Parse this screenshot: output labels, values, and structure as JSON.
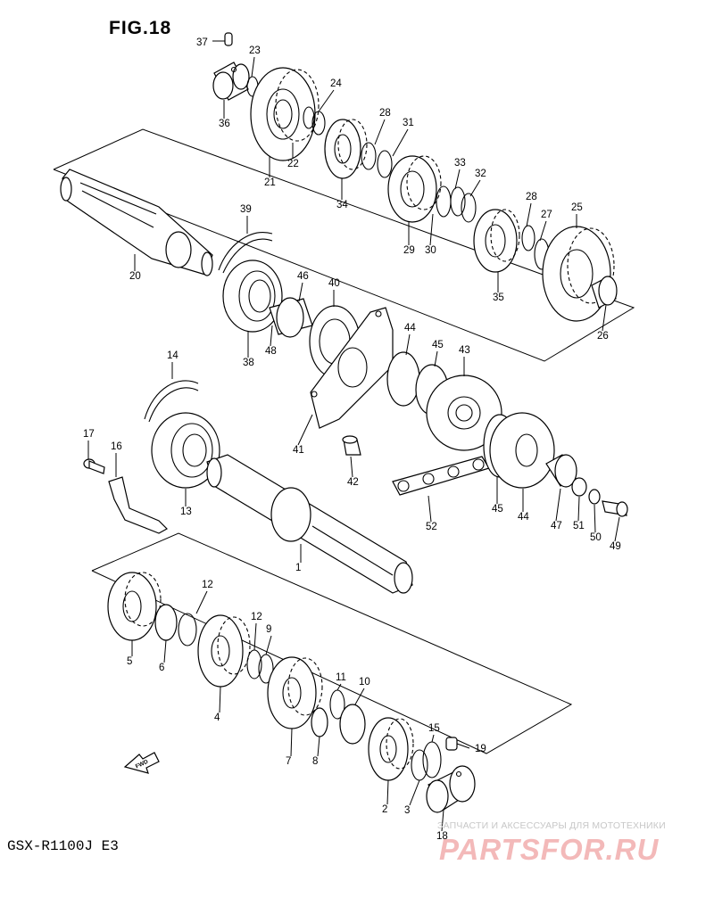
{
  "figure_title": "FIG.18",
  "model_label": "GSX-R1100J  E3",
  "fwd_arrow_label": "FWD",
  "watermark": {
    "subtitle": "ЗАПЧАСТИ И АКСЕССУАРЫ ДЛЯ МОТОТЕХНИКИ",
    "logo": "PARTSFOR.RU"
  },
  "callouts": [
    "37",
    "23",
    "36",
    "24",
    "21",
    "22",
    "28",
    "31",
    "34",
    "33",
    "32",
    "29",
    "30",
    "28",
    "27",
    "25",
    "35",
    "26",
    "39",
    "20",
    "46",
    "40",
    "38",
    "48",
    "44",
    "45",
    "43",
    "41",
    "42",
    "14",
    "17",
    "16",
    "13",
    "1",
    "45",
    "44",
    "47",
    "51",
    "50",
    "49",
    "52",
    "12",
    "5",
    "6",
    "12",
    "9",
    "4",
    "11",
    "10",
    "7",
    "8",
    "15",
    "19",
    "2",
    "3",
    "18"
  ]
}
